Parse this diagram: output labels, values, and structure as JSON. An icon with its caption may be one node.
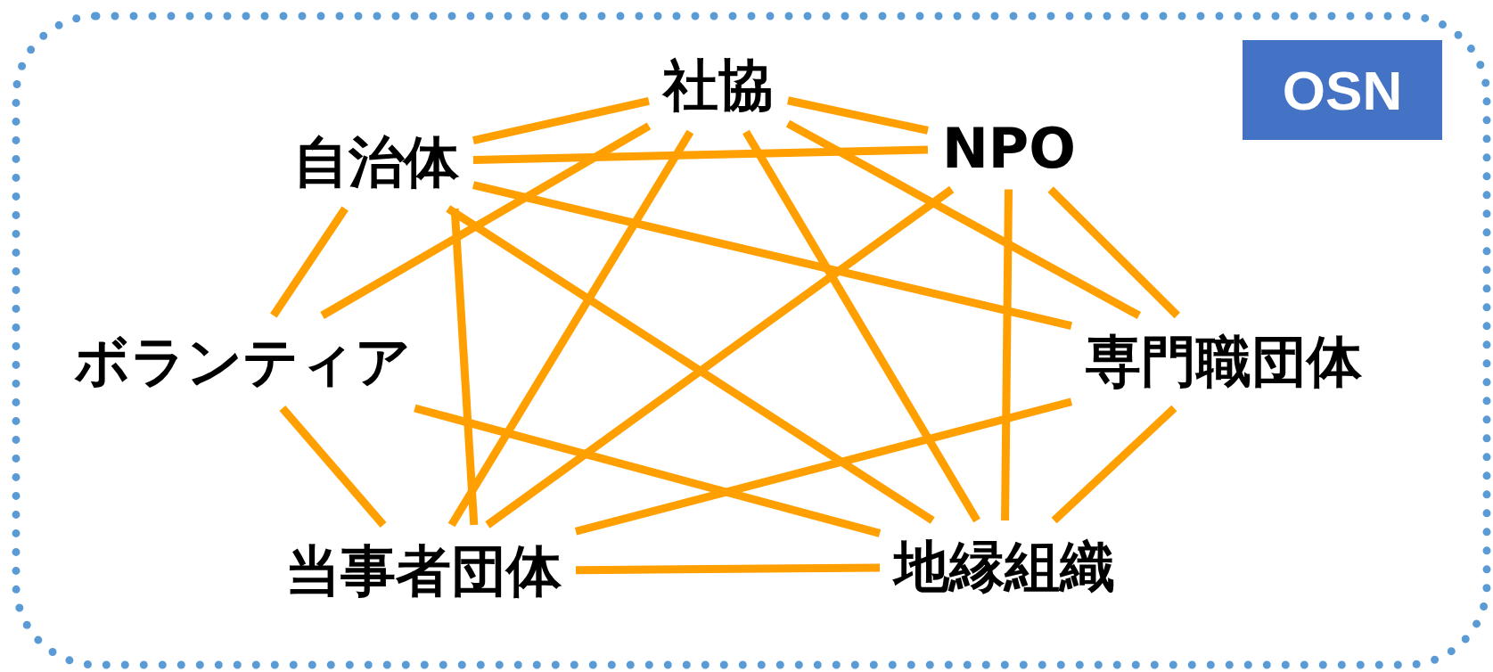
{
  "diagram": {
    "nodes": [
      {
        "text": [
          "社協"
        ]
      },
      {
        "text": [
          "自治体"
        ]
      },
      {
        "text": [
          "NPO"
        ]
      },
      {
        "text": [
          "ボランティア"
        ]
      },
      {
        "text": [
          "専門職団体"
        ]
      },
      {
        "text": [
          "当事者団体"
        ]
      },
      {
        "text": [
          "地縁組織"
        ]
      },
      {
        "text": [
          "OSN"
        ]
      }
    ],
    "edges": [
      {
        "from": 0,
        "to": 1,
        "arrow": "none"
      },
      {
        "from": 0,
        "to": 2,
        "arrow": "none"
      },
      {
        "from": 1,
        "to": 2,
        "arrow": "none"
      },
      {
        "from": 0,
        "to": 3,
        "arrow": "none"
      },
      {
        "from": 0,
        "to": 5,
        "arrow": "none"
      },
      {
        "from": 0,
        "to": 6,
        "arrow": "none"
      },
      {
        "from": 0,
        "to": 4,
        "arrow": "none"
      },
      {
        "from": 1,
        "to": 3,
        "arrow": "none"
      },
      {
        "from": 1,
        "to": 5,
        "arrow": "none"
      },
      {
        "from": 1,
        "to": 6,
        "arrow": "none"
      },
      {
        "from": 1,
        "to": 4,
        "arrow": "none"
      },
      {
        "from": 2,
        "to": 4,
        "arrow": "none"
      },
      {
        "from": 2,
        "to": 5,
        "arrow": "none"
      },
      {
        "from": 2,
        "to": 6,
        "arrow": "none"
      },
      {
        "from": 3,
        "to": 6,
        "arrow": "none"
      },
      {
        "from": 3,
        "to": 5,
        "arrow": "none"
      },
      {
        "from": 4,
        "to": 5,
        "arrow": "none"
      },
      {
        "from": 4,
        "to": 6,
        "arrow": "none"
      },
      {
        "from": 5,
        "to": 6,
        "arrow": "none"
      }
    ]
  }
}
